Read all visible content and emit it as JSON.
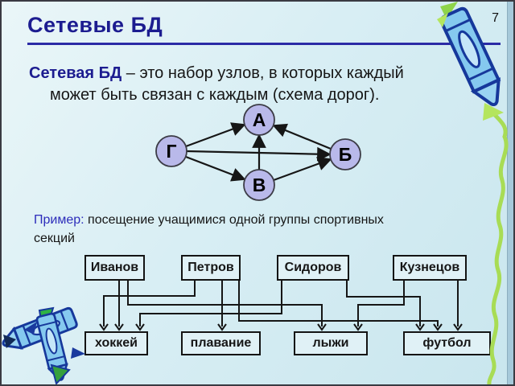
{
  "slide": {
    "page_number": "7",
    "title": "Сетевые БД"
  },
  "definition": {
    "term": "Сетевая БД",
    "line1_rest": " – это набор узлов, в которых каждый",
    "line2": "может быть связан с каждым (схема дорог)."
  },
  "road_scheme": {
    "nodes": [
      {
        "id": "A",
        "label": "А"
      },
      {
        "id": "B",
        "label": "Б"
      },
      {
        "id": "V",
        "label": "В"
      },
      {
        "id": "G",
        "label": "Г"
      }
    ],
    "edges": [
      "Г→А",
      "Б→А",
      "В→А",
      "Г→Б",
      "Г→В",
      "В→Б"
    ]
  },
  "example": {
    "label": "Пример:",
    "line1_rest": " посещение учащимися одной группы спортивных",
    "line2": "секций"
  },
  "students": [
    "Иванов",
    "Петров",
    "Сидоров",
    "Кузнецов"
  ],
  "sections": [
    "хоккей",
    "плавание",
    "лыжи",
    "футбол"
  ],
  "links": [
    [
      "Иванов",
      "хоккей"
    ],
    [
      "Иванов",
      "лыжи"
    ],
    [
      "Петров",
      "хоккей"
    ],
    [
      "Петров",
      "плавание"
    ],
    [
      "Петров",
      "футбол"
    ],
    [
      "Сидоров",
      "хоккей"
    ],
    [
      "Сидоров",
      "футбол"
    ],
    [
      "Кузнецов",
      "лыжи"
    ],
    [
      "Кузнецов",
      "футбол"
    ]
  ],
  "colors": {
    "background": "#d8eef4",
    "title": "#1c1c90",
    "accent_blue": "#2b2ba6",
    "node_fill": "#b9b9ea",
    "line_black": "#161616",
    "crayon_blue": "#85c9ef",
    "crayon_outline": "#16389b",
    "wave_green": "#a8dc55"
  }
}
